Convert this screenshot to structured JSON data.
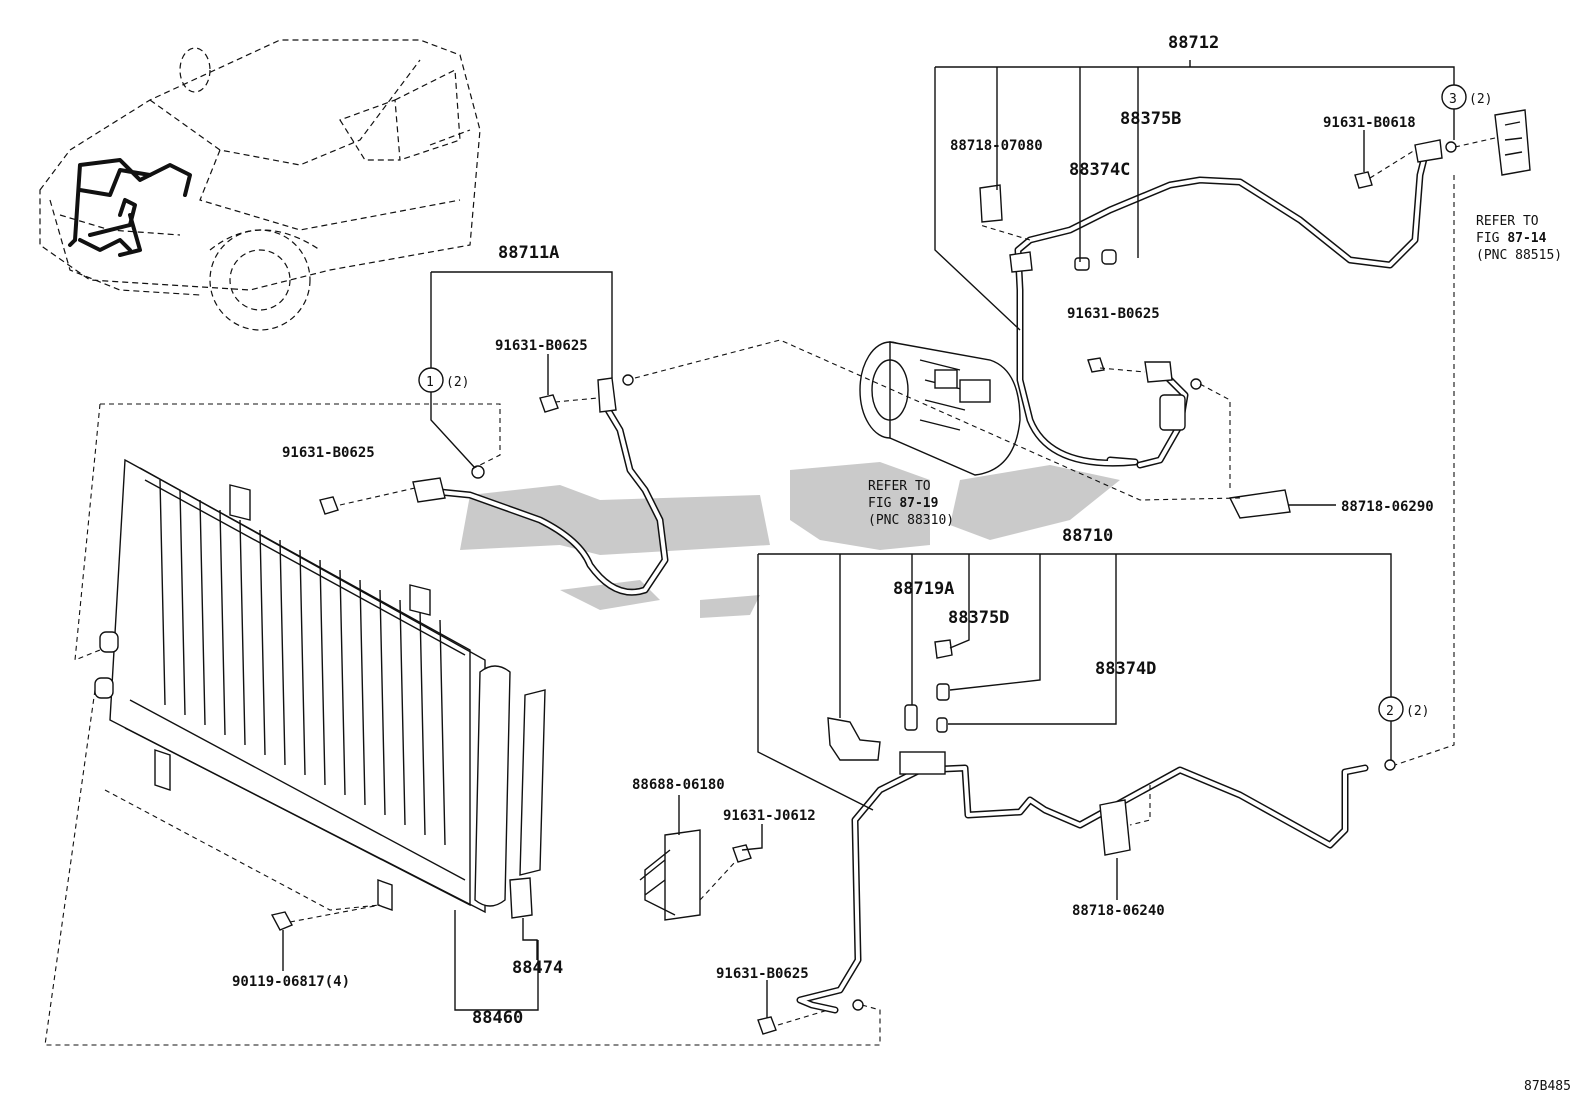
{
  "diagram_code": "87B485",
  "callouts": {
    "88712": "88712",
    "88711A": "88711A",
    "88710": "88710",
    "88718_07080": "88718-07080",
    "88375B": "88375B",
    "88374C": "88374C",
    "91631_B0618": "91631-B0618",
    "91631_B0625_a": "91631-B0625",
    "91631_B0625_b": "91631-B0625",
    "91631_B0625_c": "91631-B0625",
    "91631_B0625_d": "91631-B0625",
    "88718_06290": "88718-06290",
    "88719A": "88719A",
    "88375D": "88375D",
    "88374D": "88374D",
    "88688_06180": "88688-06180",
    "91631_J0612": "91631-J0612",
    "88718_06240": "88718-06240",
    "90119_06817": "90119-06817(4)",
    "88474": "88474",
    "88460": "88460"
  },
  "circle_refs": [
    {
      "num": "1",
      "qty": "(2)"
    },
    {
      "num": "2",
      "qty": "(2)"
    },
    {
      "num": "3",
      "qty": "(2)"
    }
  ],
  "refer_notes": {
    "fig_87_14": {
      "line1": "REFER TO",
      "line2_prefix": "FIG ",
      "line2_fig": "87-14",
      "line3": "(PNC 88515)"
    },
    "fig_87_19": {
      "line1": "REFER TO",
      "line2_prefix": "FIG ",
      "line2_fig": "87-19",
      "line3": "(PNC 88310)"
    }
  },
  "icons": [
    "car-harness-icon",
    "condenser-icon",
    "compressor-icon",
    "expansion-valve-icon",
    "receiver-tank-icon",
    "watermark-logo-icon"
  ]
}
